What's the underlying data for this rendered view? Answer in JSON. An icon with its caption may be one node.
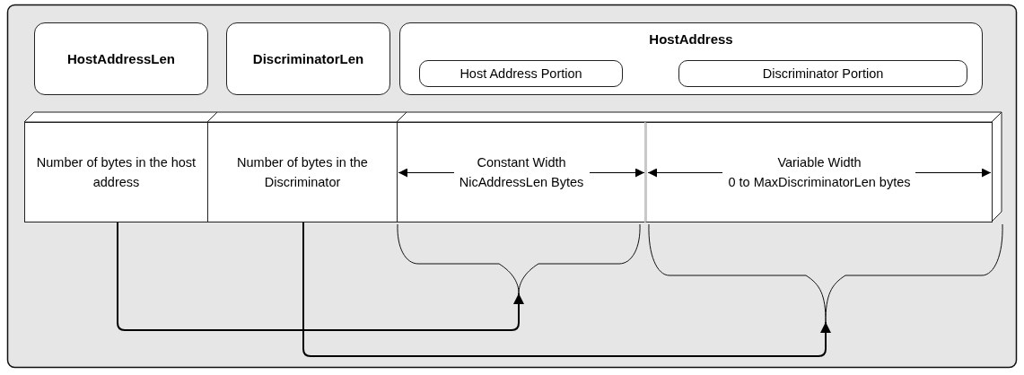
{
  "diagram": {
    "nodes": [
      {
        "text": [
          "HostAddressLen"
        ]
      },
      {
        "text": [
          "DiscriminatorLen"
        ]
      },
      {
        "text": [
          "HostAddress"
        ]
      },
      {
        "text": [
          "Host Address Portion"
        ],
        "in": 2
      },
      {
        "text": [
          "Discriminator Portion"
        ],
        "in": 2
      },
      {
        "text": [
          "Number of bytes in the host address"
        ]
      },
      {
        "text": [
          "Number of bytes in the Discriminator"
        ]
      },
      {
        "text": [
          "Constant Width",
          "NicAddressLen Bytes"
        ]
      },
      {
        "text": [
          "Variable Width",
          "0 to MaxDiscriminatorLen bytes"
        ]
      },
      {
        "text": [],
        "shape": "bracket"
      },
      {
        "text": [],
        "shape": "bracket"
      }
    ],
    "edges": [
      {
        "from": 5,
        "to": 9,
        "arrow": "to"
      },
      {
        "from": 6,
        "to": 10,
        "arrow": "to"
      }
    ]
  }
}
